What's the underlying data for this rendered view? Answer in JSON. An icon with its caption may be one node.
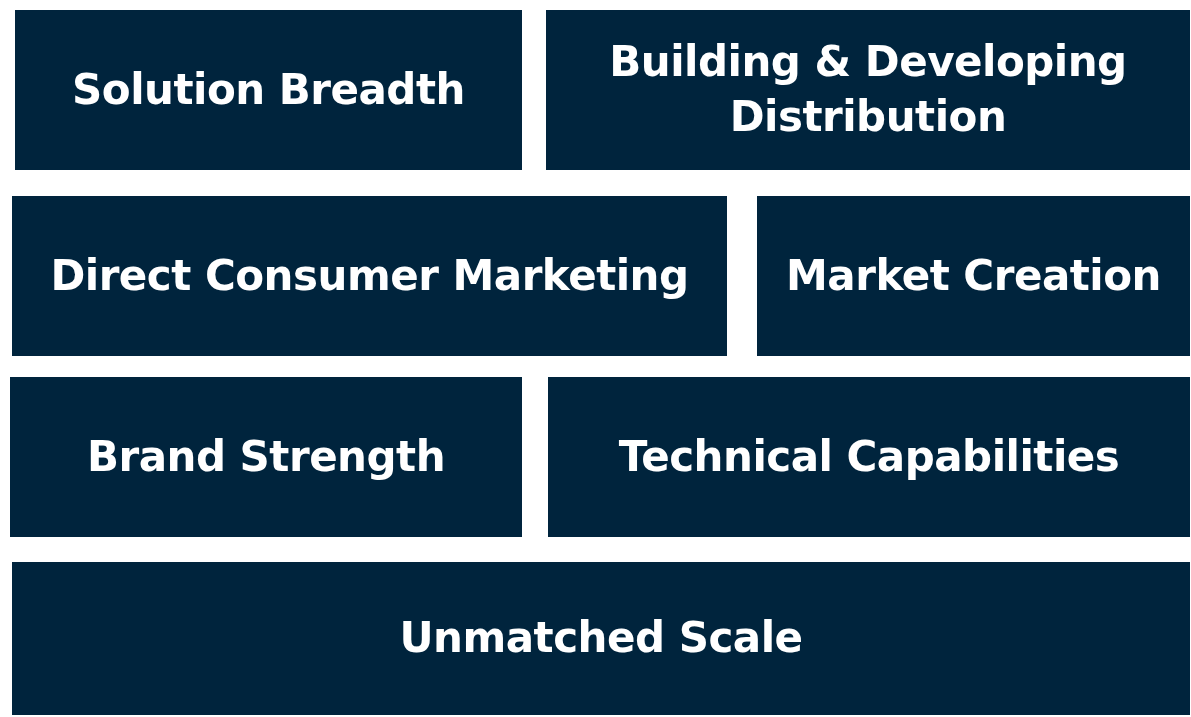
{
  "diagram": {
    "nodes": [
      {
        "text": [
          "Solution Breadth"
        ]
      },
      {
        "text": [
          "Building & Developing Distribution"
        ]
      },
      {
        "text": [
          "Direct Consumer Marketing"
        ]
      },
      {
        "text": [
          "Market Creation"
        ]
      },
      {
        "text": [
          "Brand Strength"
        ]
      },
      {
        "text": [
          "Technical Capabilities"
        ]
      },
      {
        "text": [
          "Unmatched Scale"
        ]
      }
    ]
  }
}
